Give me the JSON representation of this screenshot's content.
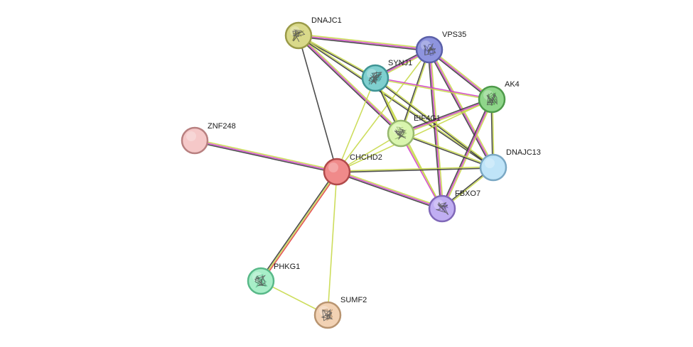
{
  "diagram": {
    "type": "protein-interaction-network",
    "edge_colors": {
      "black": "#3a3a3a",
      "yellow": "#c8d94a",
      "magenta": "#d040c8",
      "purple": "#7a5aa8",
      "red": "#e04040",
      "green": "#4fa84f"
    },
    "nodes": [
      {
        "id": "DNAJC1",
        "label": "DNAJC1",
        "fill": "#d9d98a",
        "stroke": "#9a9a48",
        "icon": "protein-structure-icon"
      },
      {
        "id": "VPS35",
        "label": "VPS35",
        "fill": "#8e94de",
        "stroke": "#5a5fa8",
        "icon": "protein-structure-icon"
      },
      {
        "id": "SYNJ1",
        "label": "SYNJ1",
        "fill": "#7fcfcf",
        "stroke": "#3f9494",
        "icon": "protein-structure-icon"
      },
      {
        "id": "AK4",
        "label": "AK4",
        "fill": "#8fd68a",
        "stroke": "#4e9a4a",
        "icon": "protein-structure-icon"
      },
      {
        "id": "ZNF248",
        "label": "ZNF248",
        "fill": "#f5c8c8",
        "stroke": "#b88080",
        "icon": ""
      },
      {
        "id": "EIF4G1",
        "label": "EIF4G1",
        "fill": "#d9f5ae",
        "stroke": "#98b870",
        "icon": "protein-structure-icon"
      },
      {
        "id": "CHCHD2",
        "label": "CHCHD2",
        "fill": "#f08a8a",
        "stroke": "#b04a4a",
        "icon": ""
      },
      {
        "id": "DNAJC13",
        "label": "DNAJC13",
        "fill": "#bfe4f8",
        "stroke": "#7aa8c4",
        "icon": ""
      },
      {
        "id": "FBXO7",
        "label": "FBXO7",
        "fill": "#c0aef2",
        "stroke": "#8068b8",
        "icon": "protein-structure-icon"
      },
      {
        "id": "PHKG1",
        "label": "PHKG1",
        "fill": "#a8eec8",
        "stroke": "#58b888",
        "icon": "protein-structure-icon"
      },
      {
        "id": "SUMF2",
        "label": "SUMF2",
        "fill": "#f2d2b4",
        "stroke": "#b89470",
        "icon": "protein-structure-icon"
      }
    ],
    "edges": [
      {
        "from": "DNAJC1",
        "to": "VPS35",
        "colors": [
          "yellow",
          "magenta",
          "black"
        ]
      },
      {
        "from": "DNAJC1",
        "to": "SYNJ1",
        "colors": [
          "yellow",
          "black"
        ]
      },
      {
        "from": "DNAJC1",
        "to": "EIF4G1",
        "colors": [
          "yellow",
          "magenta",
          "black"
        ]
      },
      {
        "from": "DNAJC1",
        "to": "CHCHD2",
        "colors": [
          "black"
        ]
      },
      {
        "from": "DNAJC1",
        "to": "DNAJC13",
        "colors": [
          "yellow",
          "black"
        ]
      },
      {
        "from": "VPS35",
        "to": "SYNJ1",
        "colors": [
          "yellow",
          "magenta",
          "black"
        ]
      },
      {
        "from": "VPS35",
        "to": "AK4",
        "colors": [
          "yellow",
          "magenta",
          "black"
        ]
      },
      {
        "from": "VPS35",
        "to": "EIF4G1",
        "colors": [
          "yellow",
          "black"
        ]
      },
      {
        "from": "VPS35",
        "to": "CHCHD2",
        "colors": [
          "yellow"
        ]
      },
      {
        "from": "VPS35",
        "to": "DNAJC13",
        "colors": [
          "yellow",
          "magenta",
          "black"
        ]
      },
      {
        "from": "VPS35",
        "to": "FBXO7",
        "colors": [
          "yellow",
          "magenta",
          "black"
        ]
      },
      {
        "from": "SYNJ1",
        "to": "AK4",
        "colors": [
          "magenta",
          "yellow"
        ]
      },
      {
        "from": "SYNJ1",
        "to": "EIF4G1",
        "colors": [
          "yellow",
          "black"
        ]
      },
      {
        "from": "SYNJ1",
        "to": "CHCHD2",
        "colors": [
          "yellow"
        ]
      },
      {
        "from": "SYNJ1",
        "to": "DNAJC13",
        "colors": [
          "yellow",
          "black"
        ]
      },
      {
        "from": "SYNJ1",
        "to": "FBXO7",
        "colors": [
          "yellow"
        ]
      },
      {
        "from": "AK4",
        "to": "EIF4G1",
        "colors": [
          "yellow",
          "magenta",
          "black"
        ]
      },
      {
        "from": "AK4",
        "to": "CHCHD2",
        "colors": [
          "yellow"
        ]
      },
      {
        "from": "AK4",
        "to": "DNAJC13",
        "colors": [
          "yellow",
          "black"
        ]
      },
      {
        "from": "AK4",
        "to": "FBXO7",
        "colors": [
          "yellow",
          "magenta",
          "black"
        ]
      },
      {
        "from": "EIF4G1",
        "to": "CHCHD2",
        "colors": [
          "yellow"
        ]
      },
      {
        "from": "EIF4G1",
        "to": "DNAJC13",
        "colors": [
          "yellow",
          "black"
        ]
      },
      {
        "from": "EIF4G1",
        "to": "FBXO7",
        "colors": [
          "yellow",
          "magenta"
        ]
      },
      {
        "from": "ZNF248",
        "to": "CHCHD2",
        "colors": [
          "yellow",
          "magenta",
          "black"
        ]
      },
      {
        "from": "CHCHD2",
        "to": "DNAJC13",
        "colors": [
          "yellow",
          "black"
        ]
      },
      {
        "from": "CHCHD2",
        "to": "FBXO7",
        "colors": [
          "yellow",
          "magenta",
          "black"
        ]
      },
      {
        "from": "CHCHD2",
        "to": "PHKG1",
        "colors": [
          "red",
          "yellow",
          "black"
        ]
      },
      {
        "from": "CHCHD2",
        "to": "SUMF2",
        "colors": [
          "yellow"
        ]
      },
      {
        "from": "DNAJC13",
        "to": "FBXO7",
        "colors": [
          "yellow",
          "black"
        ]
      },
      {
        "from": "PHKG1",
        "to": "SUMF2",
        "colors": [
          "yellow"
        ]
      }
    ]
  }
}
